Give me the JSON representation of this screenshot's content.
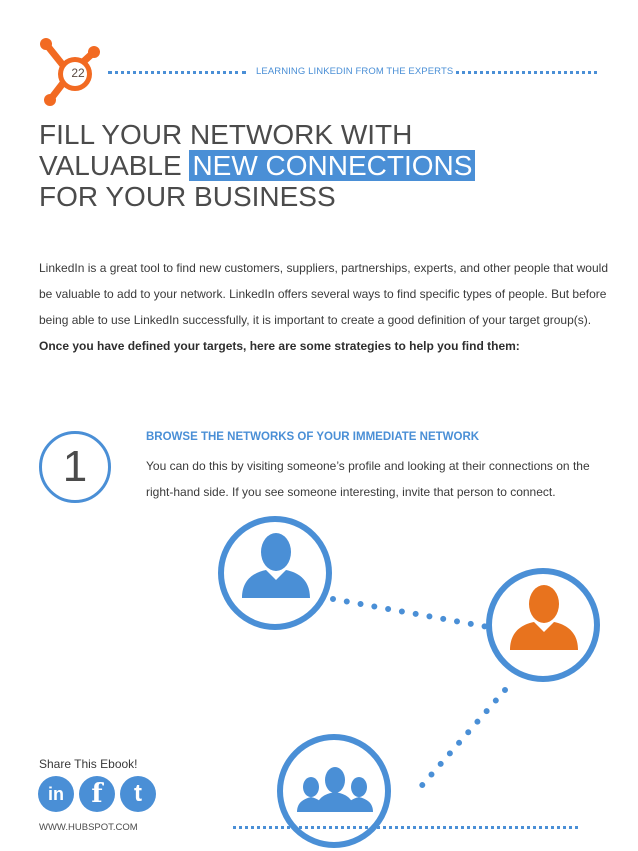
{
  "header": {
    "page_number": "22",
    "title": "LEARNING LINKEDIN FROM THE EXPERTS"
  },
  "title": {
    "line1": "FILL YOUR NETWORK WITH",
    "line2_prefix": "VALUABLE",
    "line2_highlight": "NEW CONNECTIONS",
    "line3": "FOR YOUR BUSINESS"
  },
  "intro": {
    "text": "LinkedIn is a great tool to find new customers, suppliers, partnerships, experts, and other people that would be valuable to add to your network. LinkedIn offers several ways to find specific types of people. But before being able to use LinkedIn successfully, it is important to  create a good definition of your target group(s). ",
    "bold": "Once you have defined your targets, here are some strategies to help you find them:"
  },
  "step": {
    "number": "1",
    "heading": "BROWSE THE NETWORKS OF YOUR IMMEDIATE NETWORK",
    "body": "You can do this by visiting someone’s profile and looking at their connections on the right-hand side. If you see someone interesting, invite that person to connect."
  },
  "share": {
    "label": "Share This Ebook!",
    "linkedin": "in",
    "facebook": "f",
    "twitter": "t"
  },
  "footer": {
    "url": "WWW.HUBSPOT.COM"
  },
  "icons": {
    "logo": "hubspot-sprocket-icon",
    "person_blue": "user-icon",
    "person_orange": "user-icon",
    "group": "users-group-icon"
  },
  "colors": {
    "accent_blue": "#4a8fd6",
    "accent_orange": "#e8731e",
    "text_dark": "#3a3a3a"
  }
}
